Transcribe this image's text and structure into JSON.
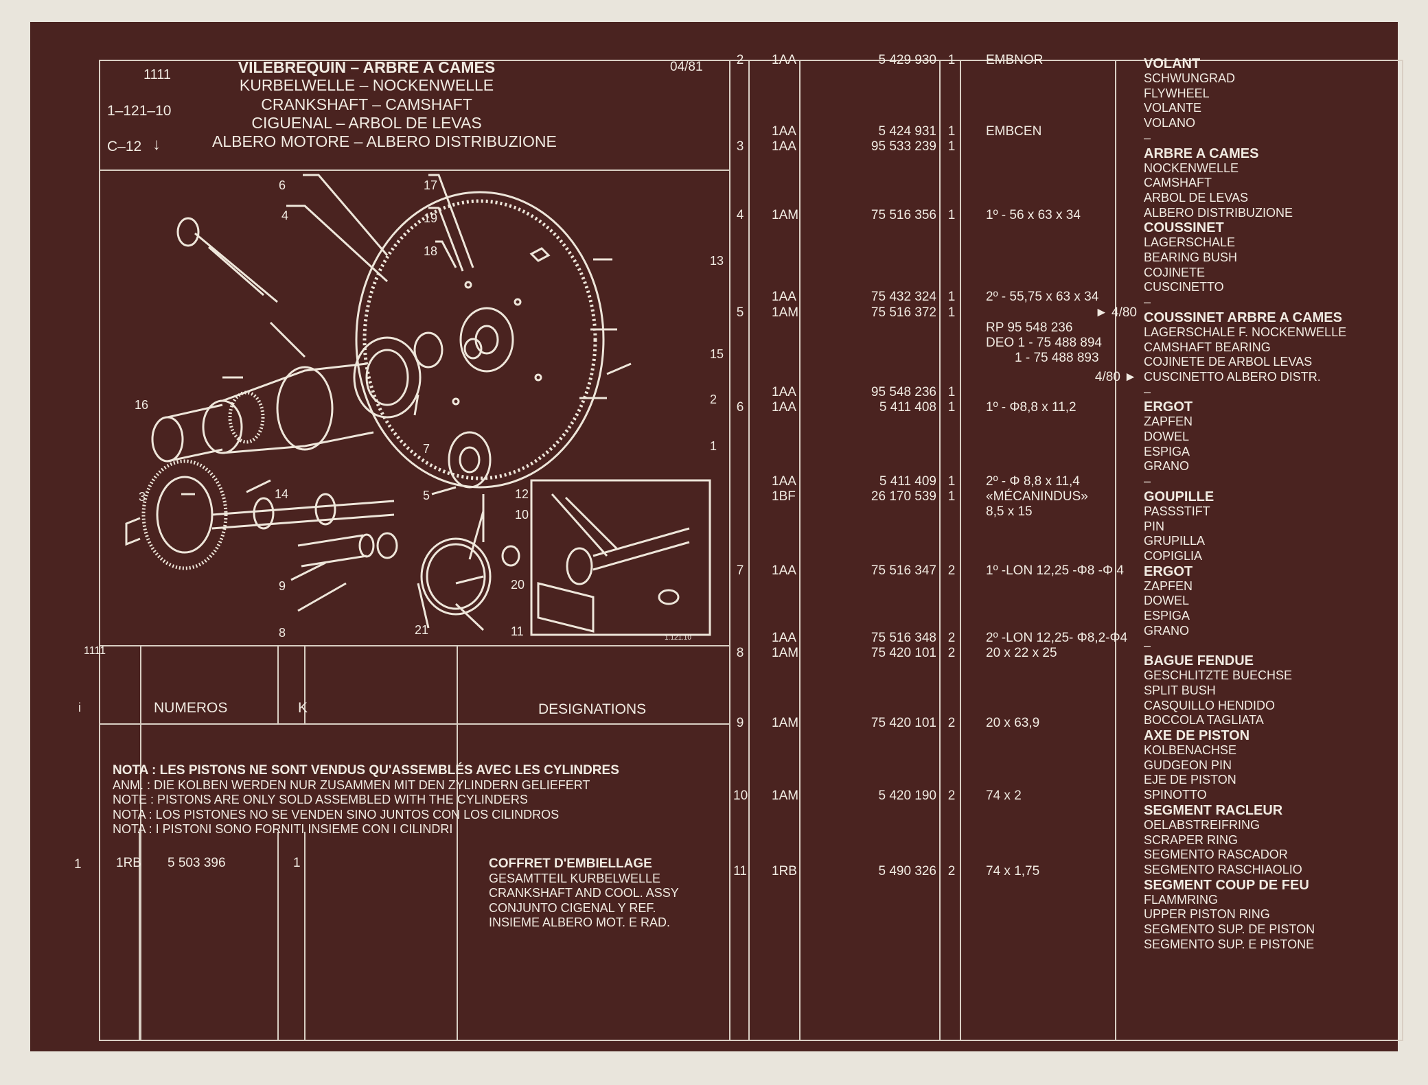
{
  "header": {
    "code": "1111",
    "ref": "1–121–10",
    "c12": "C–12",
    "date": "04/81",
    "titles": [
      "VILEBREQUIN – ARBRE A CAMES",
      "KURBELWELLE – NOCKENWELLE",
      "CRANKSHAFT – CAMSHAFT",
      "CIGUENAL – ARBOL DE LEVAS",
      "ALBERO MOTORE – ALBERO DISTRIBUZIONE"
    ]
  },
  "diagram": {
    "labels": [
      "6",
      "4",
      "17",
      "19",
      "18",
      "13",
      "15",
      "2",
      "1",
      "16",
      "7",
      "5",
      "12",
      "10",
      "20",
      "3",
      "14",
      "9",
      "8",
      "21",
      "11"
    ],
    "footer_left": "1111",
    "footer_right": "1.121.10"
  },
  "columns": {
    "i": "i",
    "numeros": "NUMEROS",
    "k": "K",
    "designations": "DESIGNATIONS"
  },
  "nota": [
    "NOTA : LES PISTONS NE SONT VENDUS QU'ASSEMBLÉS AVEC LES CYLINDRES",
    "ANM.  : DIE KOLBEN WERDEN NUR ZUSAMMEN MIT DEN ZYLINDERN GELIEFERT",
    "NOTE  : PISTONS ARE ONLY SOLD ASSEMBLED WITH THE CYLINDERS",
    "NOTA : LOS PISTONES NO SE VENDEN SINO JUNTOS CON LOS CILINDROS",
    "NOTA : I PISTONI SONO FORNITI INSIEME CON I CILINDRI"
  ],
  "first_item": {
    "i": "1",
    "code": "1RB",
    "number": "5 503 396",
    "k": "1",
    "designation": [
      "COFFRET D'EMBIELLAGE",
      "GESAMTTEIL KURBELWELLE",
      "CRANKSHAFT AND COOL. ASSY",
      "CONJUNTO CIGENAL Y REF.",
      "INSIEME ALBERO MOT. E RAD."
    ]
  },
  "parts": [
    {
      "i": "2",
      "code": "1AA",
      "number": "5 429 930",
      "k": "1",
      "spec": "EMBNOR"
    },
    {
      "i": "",
      "code": "1AA",
      "number": "5 424 931",
      "k": "1",
      "spec": "EMBCEN"
    },
    {
      "i": "3",
      "code": "1AA",
      "number": "95 533 239",
      "k": "1",
      "spec": ""
    },
    {
      "i": "4",
      "code": "1AM",
      "number": "75 516 356",
      "k": "1",
      "spec": "1º - 56 x 63 x 34"
    },
    {
      "i": "",
      "code": "1AA",
      "number": "75 432 324",
      "k": "1",
      "spec": "2º - 55,75 x 63 x 34"
    },
    {
      "i": "5",
      "code": "1AM",
      "number": "75 516 372",
      "k": "1",
      "spec": "► 4/80"
    },
    {
      "i": "",
      "code": "",
      "number": "",
      "k": "",
      "spec": "RP 95 548 236"
    },
    {
      "i": "",
      "code": "",
      "number": "",
      "k": "",
      "spec": "DEO 1 - 75 488 894"
    },
    {
      "i": "",
      "code": "",
      "number": "",
      "k": "",
      "spec": "1 - 75 488 893"
    },
    {
      "i": "",
      "code": "",
      "number": "",
      "k": "",
      "spec": "4/80 ►"
    },
    {
      "i": "",
      "code": "1AA",
      "number": "95 548 236",
      "k": "1",
      "spec": ""
    },
    {
      "i": "6",
      "code": "1AA",
      "number": "5 411 408",
      "k": "1",
      "spec": "1º - Φ8,8 x 11,2"
    },
    {
      "i": "",
      "code": "1AA",
      "number": "5 411 409",
      "k": "1",
      "spec": "2º - Φ 8,8 x 11,4"
    },
    {
      "i": "",
      "code": "1BF",
      "number": "26 170 539",
      "k": "1",
      "spec": "«MÉCANINDUS»"
    },
    {
      "i": "",
      "code": "",
      "number": "",
      "k": "",
      "spec": "8,5 x 15"
    },
    {
      "i": "7",
      "code": "1AA",
      "number": "75 516 347",
      "k": "2",
      "spec": "1º -LON 12,25 -Φ8 -Φ 4"
    },
    {
      "i": "",
      "code": "1AA",
      "number": "75 516 348",
      "k": "2",
      "spec": "2º -LON 12,25- Φ8,2-Φ4"
    },
    {
      "i": "8",
      "code": "1AM",
      "number": "75 420 101",
      "k": "2",
      "spec": "20 x 22 x 25"
    },
    {
      "i": "9",
      "code": "1AM",
      "number": "75 420 101",
      "k": "2",
      "spec": "20 x 63,9"
    },
    {
      "i": "10",
      "code": "1AM",
      "number": "5 420 190",
      "k": "2",
      "spec": "74 x 2"
    },
    {
      "i": "11",
      "code": "1RB",
      "number": "5 490 326",
      "k": "2",
      "spec": "74 x 1,75"
    }
  ],
  "designations": [
    {
      "head": "VOLANT",
      "lines": [
        "SCHWUNGRAD",
        "FLYWHEEL",
        "VOLANTE",
        "VOLANO",
        "–"
      ]
    },
    {
      "head": "ARBRE A CAMES",
      "lines": [
        "NOCKENWELLE",
        "CAMSHAFT",
        "ARBOL DE LEVAS",
        "ALBERO DISTRIBUZIONE"
      ]
    },
    {
      "head": "COUSSINET",
      "lines": [
        "LAGERSCHALE",
        "BEARING BUSH",
        "COJINETE",
        "CUSCINETTO",
        "–"
      ]
    },
    {
      "head": "COUSSINET ARBRE A CAMES",
      "lines": [
        "LAGERSCHALE F. NOCKENWELLE",
        "CAMSHAFT BEARING",
        "COJINETE DE ARBOL LEVAS",
        "CUSCINETTO ALBERO DISTR.",
        "–"
      ]
    },
    {
      "head": "ERGOT",
      "lines": [
        "ZAPFEN",
        "DOWEL",
        "ESPIGA",
        "GRANO",
        "–"
      ]
    },
    {
      "head": "GOUPILLE",
      "lines": [
        "PASSSTIFT",
        "PIN",
        "GRUPILLA",
        "COPIGLIA"
      ]
    },
    {
      "head": "ERGOT",
      "lines": [
        "ZAPFEN",
        "DOWEL",
        "ESPIGA",
        "GRANO",
        "–"
      ]
    },
    {
      "head": "BAGUE FENDUE",
      "lines": [
        "GESCHLITZTE BUECHSE",
        "SPLIT BUSH",
        "CASQUILLO HENDIDO",
        "BOCCOLA TAGLIATA"
      ]
    },
    {
      "head": "AXE DE PISTON",
      "lines": [
        "KOLBENACHSE",
        "GUDGEON PIN",
        "EJE DE PISTON",
        "SPINOTTO"
      ]
    },
    {
      "head": "SEGMENT RACLEUR",
      "lines": [
        "OELABSTREIFRING",
        "SCRAPER RING",
        "SEGMENTO RASCADOR",
        "SEGMENTO RASCHIAOLIO"
      ]
    },
    {
      "head": "SEGMENT COUP DE FEU",
      "lines": [
        "FLAMMRING",
        "UPPER PISTON RING",
        "SEGMENTO SUP. DE PISTON",
        "SEGMENTO SUP. E PISTONE"
      ]
    }
  ]
}
